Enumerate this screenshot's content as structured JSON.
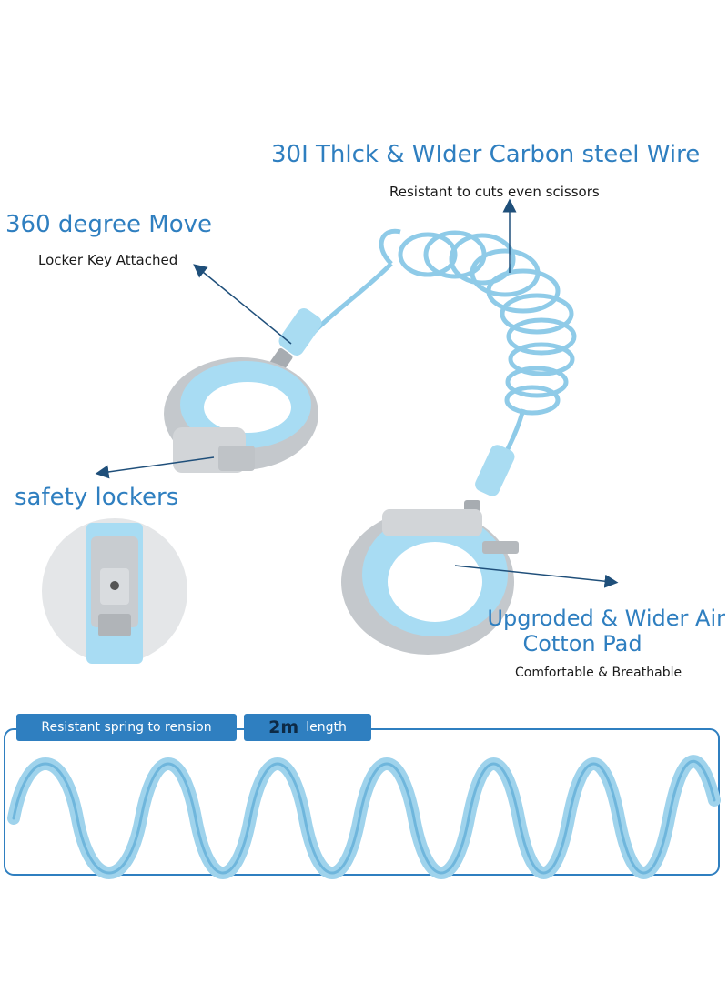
{
  "callouts": {
    "wire_title": "30I Thlck & WIder Carbon steel Wire",
    "wire_sub": "Resistant to cuts even scissors",
    "move_title": "360 degree Move",
    "move_sub": "Locker Key Attached",
    "lockers_title": "safety lockers",
    "pad_title_line1": "Upgroded & Wider Air",
    "pad_title_line2": "Cotton Pad",
    "pad_sub": "Comfortable & Breathable"
  },
  "banner": {
    "spring_label": "Resistant spring to rension",
    "length_value": "2m",
    "length_label": "length"
  },
  "colors": {
    "accent": "#2f7fc0",
    "coil": "#9fd3ec",
    "coil_dark": "#6fb6dc",
    "strap_gray": "#bfc3c7",
    "arrow": "#1f4f7a"
  }
}
